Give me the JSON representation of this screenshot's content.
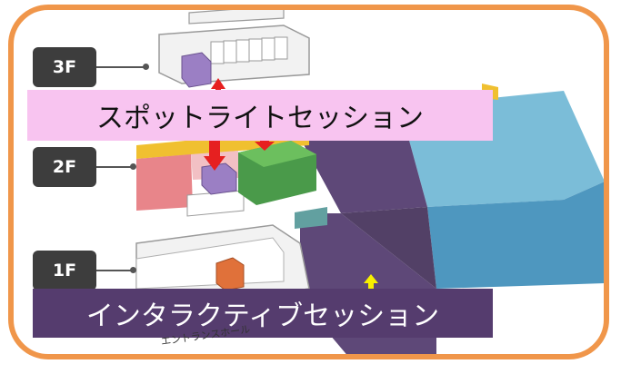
{
  "floors": [
    {
      "id": "3f",
      "label": "3F"
    },
    {
      "id": "2f",
      "label": "2F"
    },
    {
      "id": "1f",
      "label": "1F"
    }
  ],
  "labels": {
    "spotlight_session": "スポットライトセッション",
    "interactive_session": "インタラクティブセッション",
    "entrance_hall": "エントランスホール"
  },
  "colors": {
    "frame": "#f0964a",
    "spotlight_label_bg": "#f8c4f0",
    "interactive_label_bg": "#553c6e",
    "hall_purple": "#5e4878",
    "hall_blue": "#5ba9c9",
    "booth_green": "#4a9a4a",
    "booth_purple": "#9b7fc4",
    "booth_orange": "#e0713a",
    "arrow_red": "#e62020",
    "arrow_yellow": "#f7f000",
    "badge": "#3d3d3d"
  }
}
